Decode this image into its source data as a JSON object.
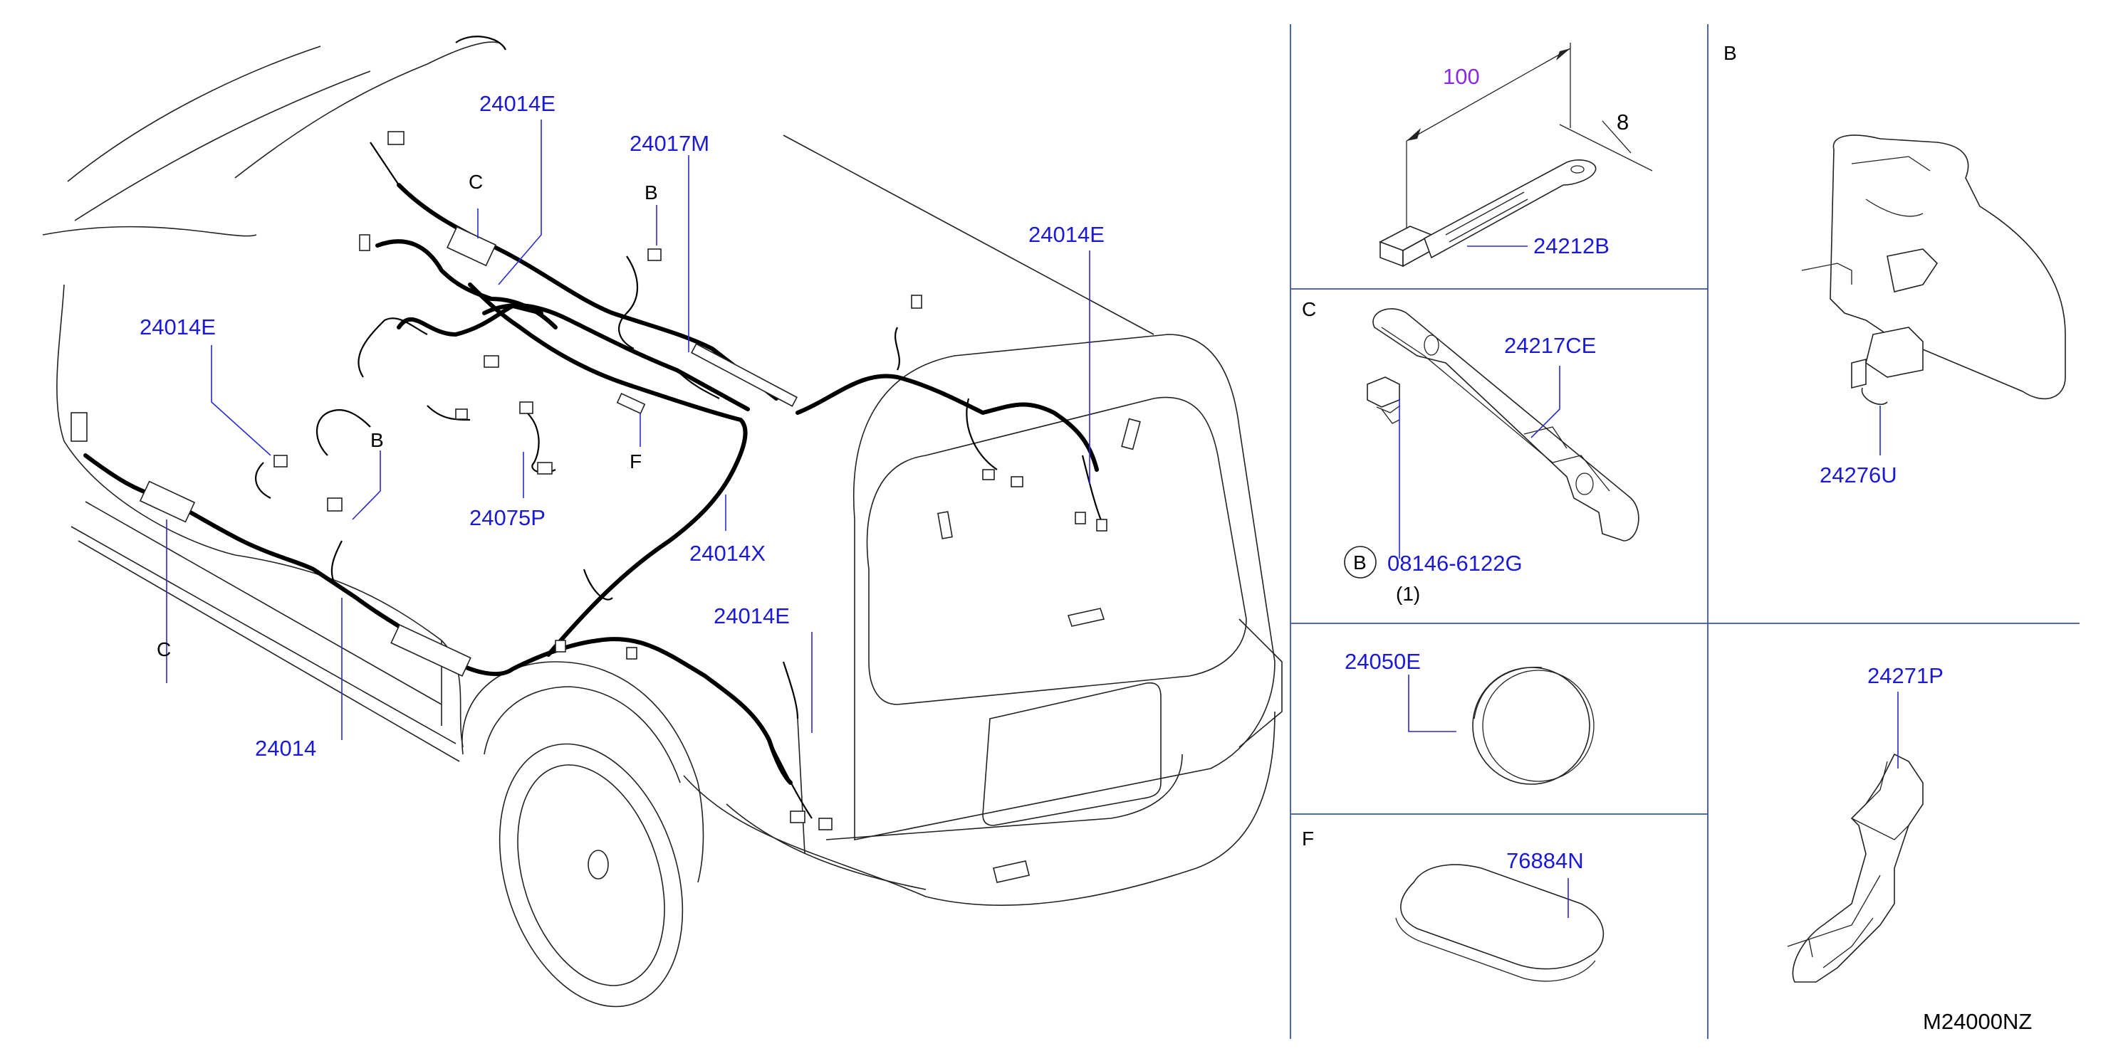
{
  "colors": {
    "part_label": "#1c19d6",
    "dimension": "#8a2be2",
    "grid": "#3a55a8",
    "line": "#222222"
  },
  "main": {
    "labels": {
      "p24014E_top": "24014E",
      "p24017M": "24017M",
      "p24014E_left": "24014E",
      "p24014E_right": "24014E",
      "p24075P": "24075P",
      "p24014X": "24014X",
      "p24014E_bottom": "24014E",
      "p24014": "24014"
    },
    "callouts": {
      "c_top": "C",
      "b_top": "B",
      "b_left": "B",
      "f_mid": "F",
      "c_bottom": "C"
    }
  },
  "panels": {
    "tie": {
      "dim_length": "100",
      "dim_width": "8",
      "part": "24212B"
    },
    "bracket_c": {
      "tag": "C",
      "part": "24217CE",
      "bolt_marker": "B",
      "bolt_part": "08146-6122G",
      "bolt_qty": "(1)"
    },
    "clip_b": {
      "tag": "B",
      "part": "24276U"
    },
    "plug": {
      "part": "24050E"
    },
    "pad_f": {
      "tag": "F",
      "part": "76884N"
    },
    "protector": {
      "part": "24271P"
    }
  },
  "footer": {
    "diagram_code": "M24000NZ"
  }
}
